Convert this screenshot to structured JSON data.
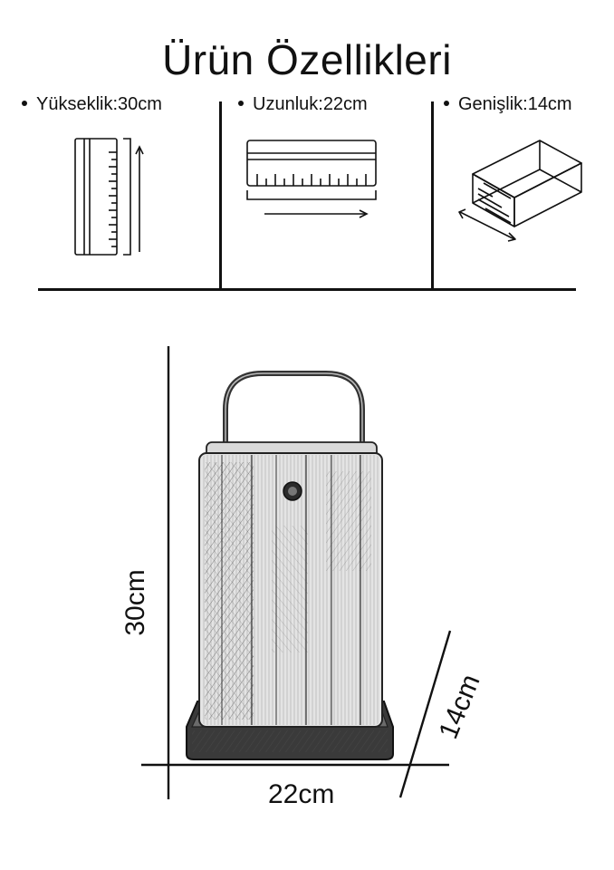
{
  "title": "Ürün Özellikleri",
  "specs": [
    {
      "label": "Yükseklik:30cm",
      "icon": "ruler-vertical-icon"
    },
    {
      "label": "Uzunluk:22cm",
      "icon": "ruler-horizontal-icon"
    },
    {
      "label": "Genişlik:14cm",
      "icon": "box-width-icon"
    }
  ],
  "dimensions": {
    "height": "30cm",
    "length": "22cm",
    "width": "14cm"
  },
  "product_illustration": "wooden-board-holder-icon"
}
